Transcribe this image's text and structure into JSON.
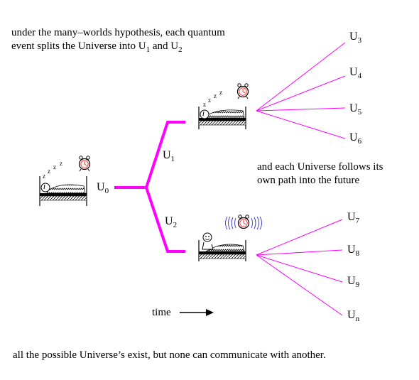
{
  "intro": {
    "line1": "under the many–worlds hypothesis, each quantum",
    "line2_pre": "event splits the Universe into U",
    "sub1": "1",
    "and": " and U",
    "sub2": "2"
  },
  "middle_note": {
    "line1": "and each Universe follows its",
    "line2": "own path into the future"
  },
  "footer": "all the possible Universe’s exist, but none can communicate with another.",
  "time_label": "time",
  "labels": [
    {
      "id": "u0",
      "base": "U",
      "sub": "0"
    },
    {
      "id": "u1",
      "base": "U",
      "sub": "1"
    },
    {
      "id": "u2",
      "base": "U",
      "sub": "2"
    },
    {
      "id": "u3",
      "base": "U",
      "sub": "3"
    },
    {
      "id": "u4",
      "base": "U",
      "sub": "4"
    },
    {
      "id": "u5",
      "base": "U",
      "sub": "5"
    },
    {
      "id": "u6",
      "base": "U",
      "sub": "6"
    },
    {
      "id": "u7",
      "base": "U",
      "sub": "7"
    },
    {
      "id": "u8",
      "base": "U",
      "sub": "8"
    },
    {
      "id": "u9",
      "base": "U",
      "sub": "9"
    },
    {
      "id": "un",
      "base": "U",
      "sub": "n"
    }
  ],
  "snore": "z z z z",
  "colors": {
    "branch": "#ff00ff",
    "ink": "#000000",
    "clock_face": "#ff3333",
    "ring_waves": "#3333cc"
  }
}
